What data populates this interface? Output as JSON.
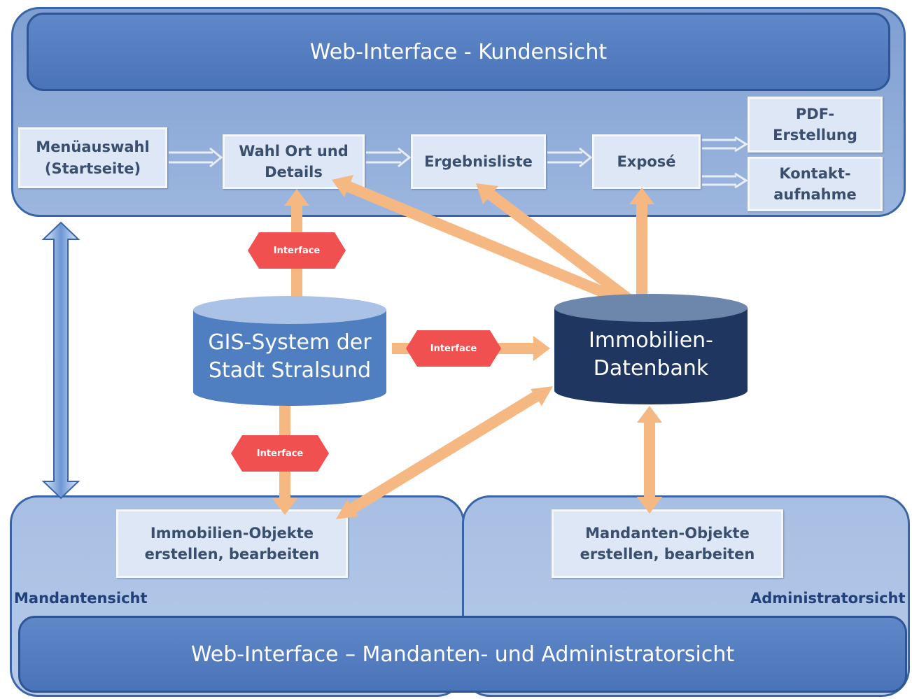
{
  "kundensicht": {
    "title": "Web-Interface - Kundensicht",
    "steps": {
      "menu": "Menüauswahl\n(Startseite)",
      "ort": "Wahl Ort und\nDetails",
      "liste": "Ergebnisliste",
      "expose": "Exposé",
      "pdf": "PDF-\nErstellung",
      "kontakt": "Kontakt-\naufnahme"
    }
  },
  "databases": {
    "gis": "GIS-System der\nStadt Stralsund",
    "immo": "Immobilien-\nDatenbank"
  },
  "interface_label": "Interface",
  "mandantensicht": {
    "label": "Mandantensicht",
    "box": "Immobilien-Objekte\nerstellen, bearbeiten"
  },
  "administratorsicht": {
    "label": "Administratorsicht",
    "box": "Mandanten-Objekte\nerstellen, bearbeiten"
  },
  "bottom_title": "Web-Interface – Mandanten- und Administratorsicht",
  "colors": {
    "panel": "#9cb6de",
    "banner": "#4a74b8",
    "gis_db": "#4f7fc0",
    "immo_db": "#1f3760",
    "arrow": "#f5b882",
    "interface": "#f0504f"
  }
}
